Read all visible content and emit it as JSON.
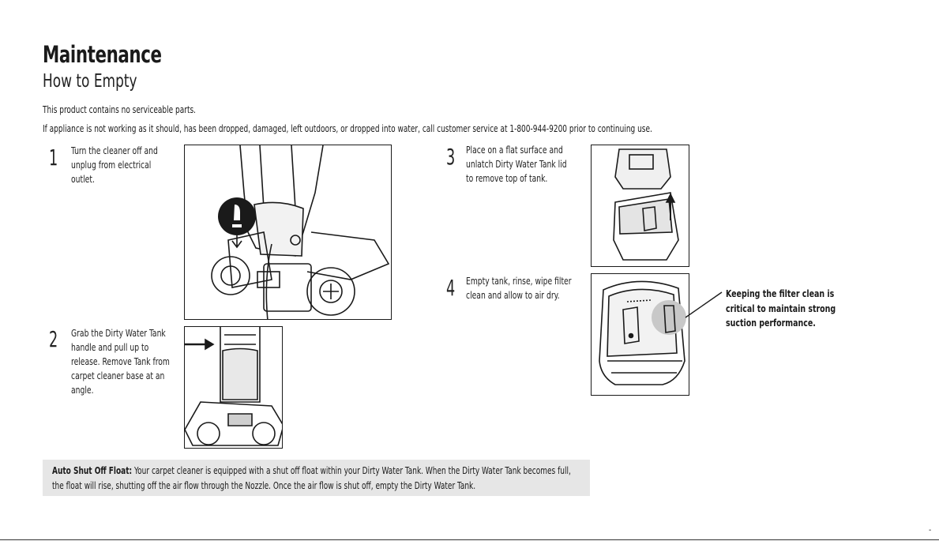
{
  "page": {
    "title": "Maintenance",
    "subtitle": "How to Empty",
    "intro": [
      "This product contains no serviceable parts.",
      "If appliance is not working as it should, has been dropped, damaged, left outdoors, or dropped into water, call customer service at 1-800-944-9200 prior to continuing use."
    ]
  },
  "steps": [
    {
      "number": "1",
      "text": "Turn the cleaner off and unplug from electrical outlet."
    },
    {
      "number": "2",
      "text": "Grab the Dirty Water Tank handle and pull up to release. Remove Tank from carpet cleaner base at an angle."
    },
    {
      "number": "3",
      "text": "Place on a flat surface and unlatch Dirty Water Tank lid to remove top of tank."
    },
    {
      "number": "4",
      "text": "Empty tank, rinse, wipe filter clean and allow to air dry."
    }
  ],
  "callout": {
    "lines": [
      "Keeping the filter clean is",
      "critical to maintain strong",
      "suction performance."
    ]
  },
  "note": {
    "label": "Auto Shut Off Float:",
    "text": " Your carpet cleaner is equipped with a shut off float within your Dirty Water Tank. When the Dirty Water Tank becomes full, the float will rise, shutting off the air flow through the Nozzle. Once the air flow is shut off, empty the Dirty Water Tank."
  },
  "footer": {
    "page_mark": "-"
  },
  "colors": {
    "text": "#1a1a1a",
    "note_background": "#e6e6e6",
    "filter_highlight": "#c8c8c8"
  }
}
